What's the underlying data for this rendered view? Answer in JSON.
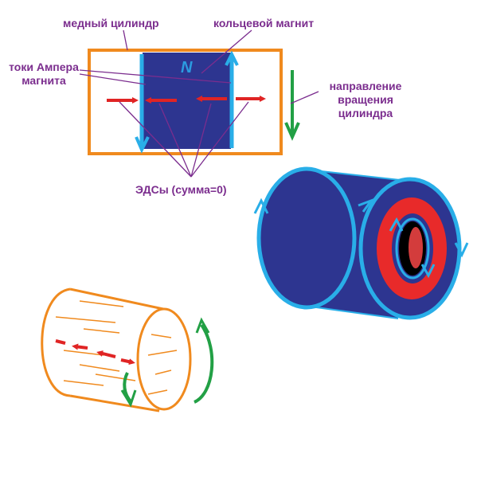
{
  "labels": {
    "copper_cylinder": "медный цилиндр",
    "ring_magnet": "кольцевой магнит",
    "ampere_currents": [
      "токи Ампера",
      "магнита"
    ],
    "rotation_direction": [
      "направление",
      "вращения",
      "цилиндра"
    ],
    "emfs": "ЭДСы (сумма=0)",
    "magnet_pole": "N"
  },
  "colors": {
    "label_text": "#7b2d8e",
    "copper": "#f08a1e",
    "magnet_body": "#2d3590",
    "magnet_edge": "#29aee8",
    "emf_arrow": "#e02424",
    "rotation_arrow": "#22a045",
    "leader_line": "#7b2d8e",
    "magnet_inner_ring": "#e82a2a"
  }
}
